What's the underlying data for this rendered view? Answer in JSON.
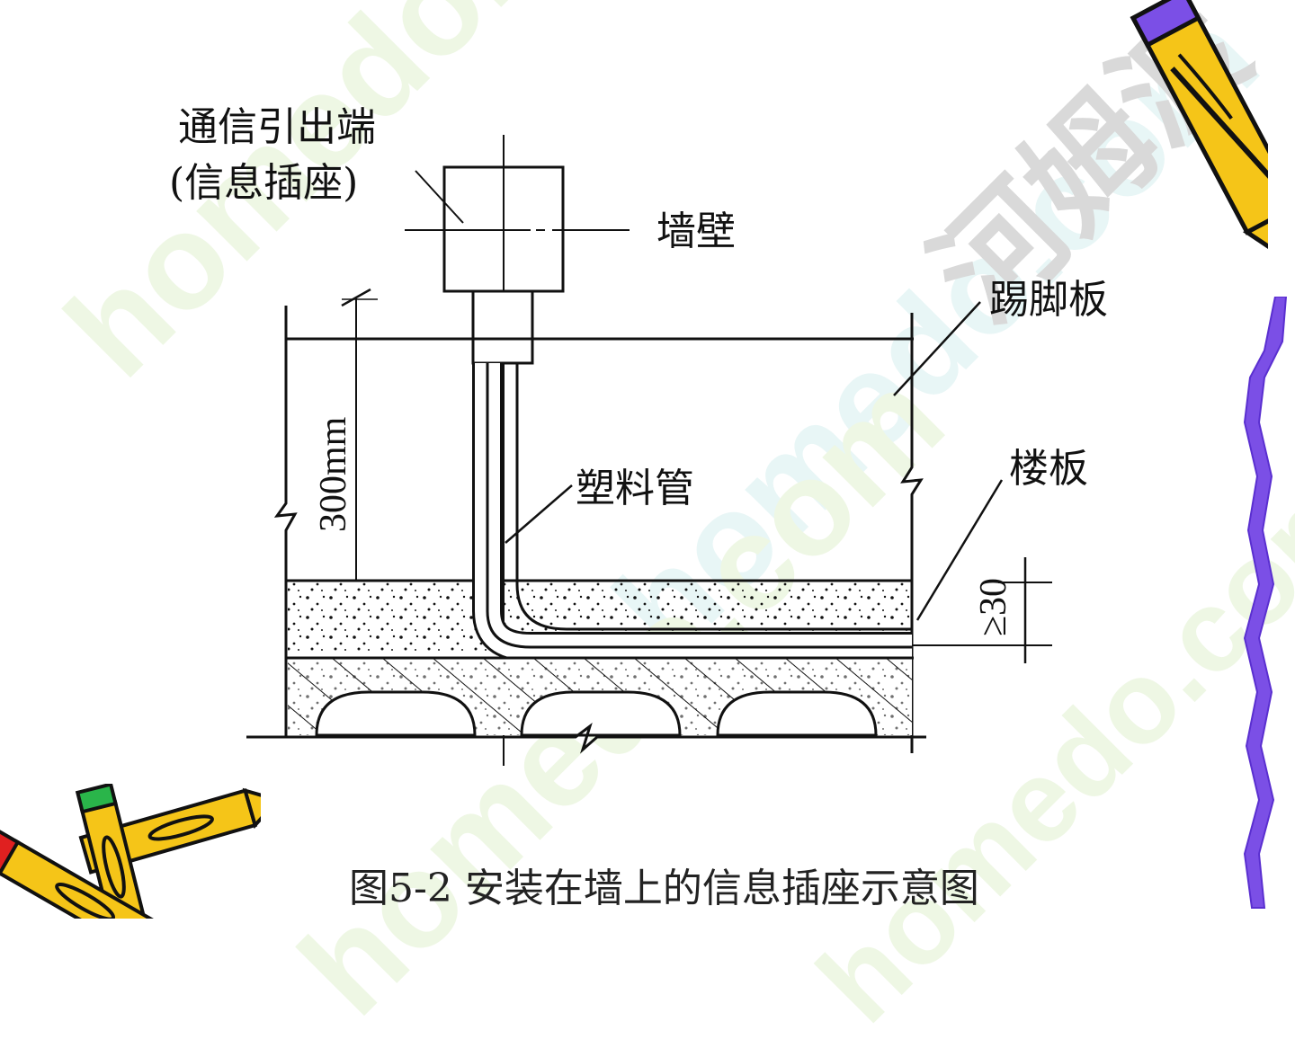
{
  "slide": {
    "caption": "图5-2 安装在墙上的信息插座示意图"
  },
  "diagram": {
    "outlet_label_line1": "通信引出端",
    "outlet_label_line2": "(信息插座)",
    "wall_label": "墙壁",
    "skirting_label": "踢脚板",
    "floor_label": "楼板",
    "pipe_label": "塑料管",
    "height_dim": "300mm",
    "depth_dim": "≥30"
  },
  "watermark": {
    "text_main": "homedo.com",
    "text_cn": "河姆渡",
    "color": "#e6f3d8",
    "color_cn": "#dcdcdc"
  },
  "decor": {
    "pencil_yellow": "#f5c518",
    "wave_purple": "#7b4fe6",
    "icon_top_right": "pencil-icon",
    "icon_bottom_left": "crossed-pencils-icon"
  }
}
